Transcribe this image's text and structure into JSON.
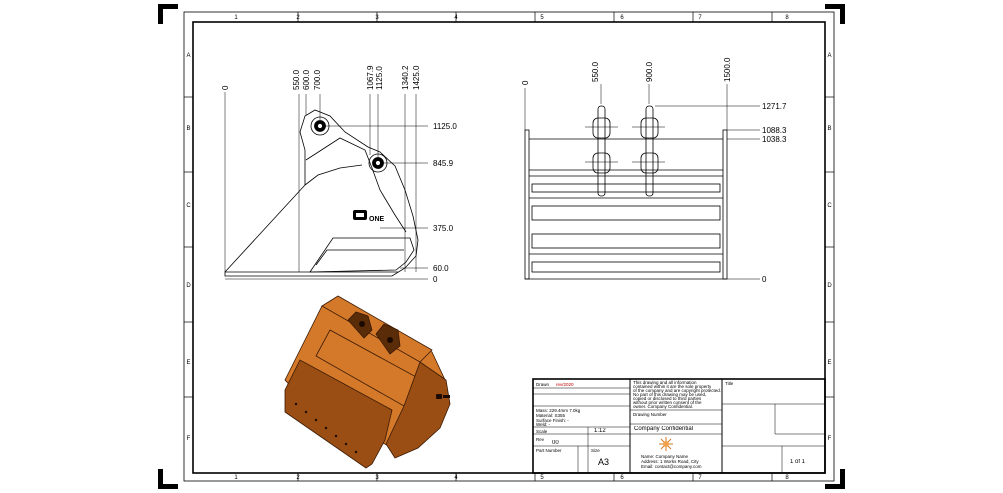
{
  "sheet": {
    "zone_columns": [
      "1",
      "2",
      "3",
      "4",
      "5",
      "6",
      "7",
      "8"
    ],
    "zone_rows": [
      "A",
      "B",
      "C",
      "D",
      "E",
      "F"
    ],
    "border_color": "#000000",
    "corner_color": "#000000"
  },
  "front_view": {
    "ord_x": [
      "0",
      "550.0",
      "600.0",
      "700.0",
      "1067.9",
      "1125.0",
      "1340.2",
      "1425.0"
    ],
    "ord_y": [
      "1125.0",
      "845.9",
      "375.0",
      "60.0",
      "0"
    ],
    "logo_text": "ONE"
  },
  "side_view": {
    "ord_x": [
      "0",
      "550.0",
      "900.0",
      "1500.0"
    ],
    "ord_y": [
      "1271.7",
      "1088.3",
      "1038.3",
      "0"
    ]
  },
  "iso_view": {
    "body_color": "#d4792a",
    "shade_color": "#9a4e14",
    "dark_color": "#5a2c08"
  },
  "title_block": {
    "drawn_label": "Drawn",
    "drawn_value": "rev/2020",
    "material_lines": [
      "Mass: 229.4mm 7.0kg",
      "Material: S355",
      "Surface Finish: -",
      "Weld: -"
    ],
    "notice_lines": [
      "This drawing and all information",
      "contained within it are the sole property",
      "of the company and are copyright protected.",
      "No part of this drawing may be used,",
      "copied or disclosed to third parties",
      "without prior written consent of the",
      "owner. Company Confidential."
    ],
    "confidential": "Company Confidential",
    "scale_label": "Scale",
    "scale_value": "1:12",
    "size_label": "Size",
    "size_value": "A3",
    "sheet_value": "1 of 1",
    "title_label": "Title",
    "drawing_number_label": "Drawing Number",
    "part_label": "Part Number",
    "revision_label": "Rev",
    "revision_value": "00",
    "contact_lines": [
      "Name: Company Name",
      "Address: 1 Works Road, City",
      "Email: contact@company.com"
    ]
  }
}
